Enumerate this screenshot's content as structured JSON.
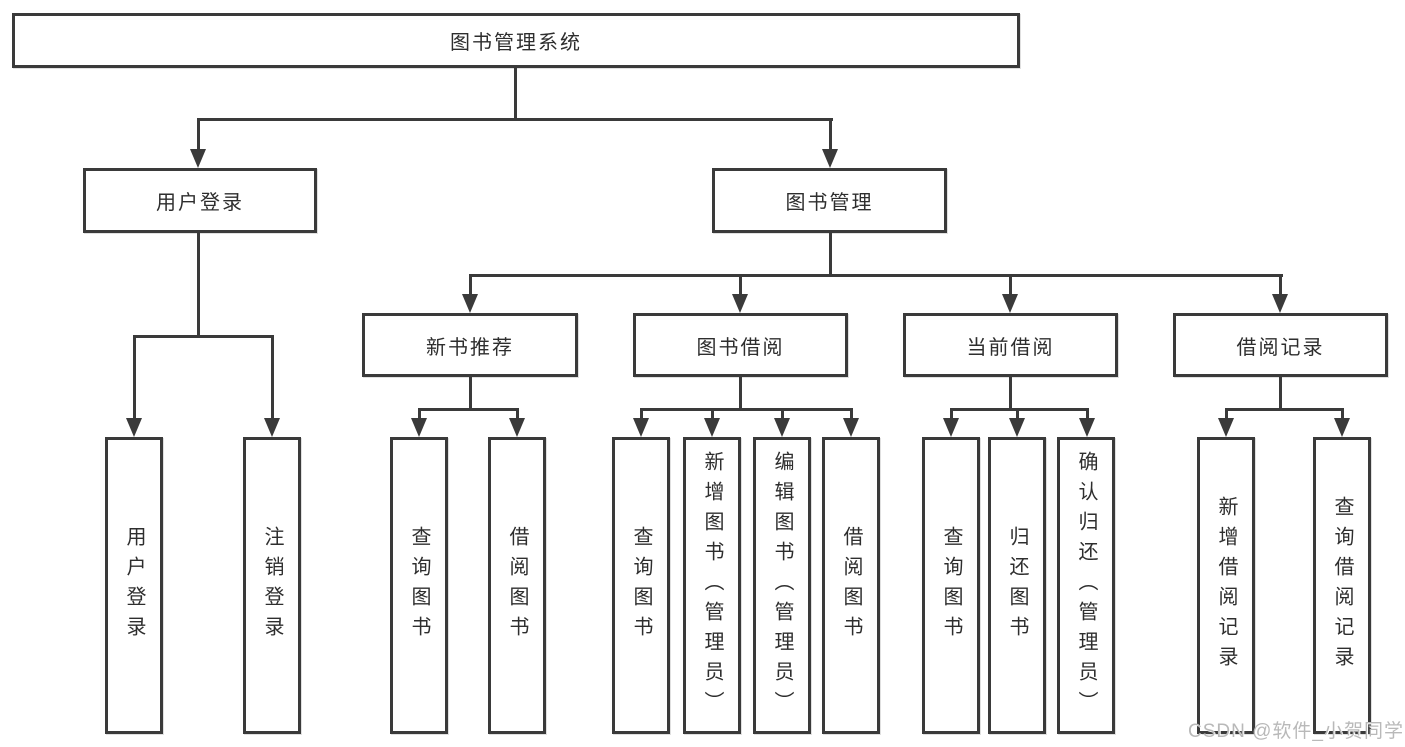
{
  "diagram": {
    "root": {
      "label": "图书管理系统"
    },
    "user_login": {
      "label": "用户登录",
      "children": [
        "用户登录",
        "注销登录"
      ]
    },
    "book_mgmt": {
      "label": "图书管理"
    },
    "sections": [
      {
        "label": "新书推荐",
        "children": [
          "查询图书",
          "借阅图书"
        ]
      },
      {
        "label": "图书借阅",
        "children": [
          "查询图书",
          "新增图书（管理员）",
          "编辑图书（管理员）",
          "借阅图书"
        ]
      },
      {
        "label": "当前借阅",
        "children": [
          "查询图书",
          "归还图书",
          "确认归还（管理员）"
        ]
      },
      {
        "label": "借阅记录",
        "children": [
          "新增借阅记录",
          "查询借阅记录"
        ]
      }
    ],
    "watermark": "CSDN @软件_小贺同学",
    "colors": {
      "line": "#3a3a3a",
      "text": "#2e2e2e",
      "watermark": "#b9b9b9",
      "background": "#ffffff"
    }
  }
}
